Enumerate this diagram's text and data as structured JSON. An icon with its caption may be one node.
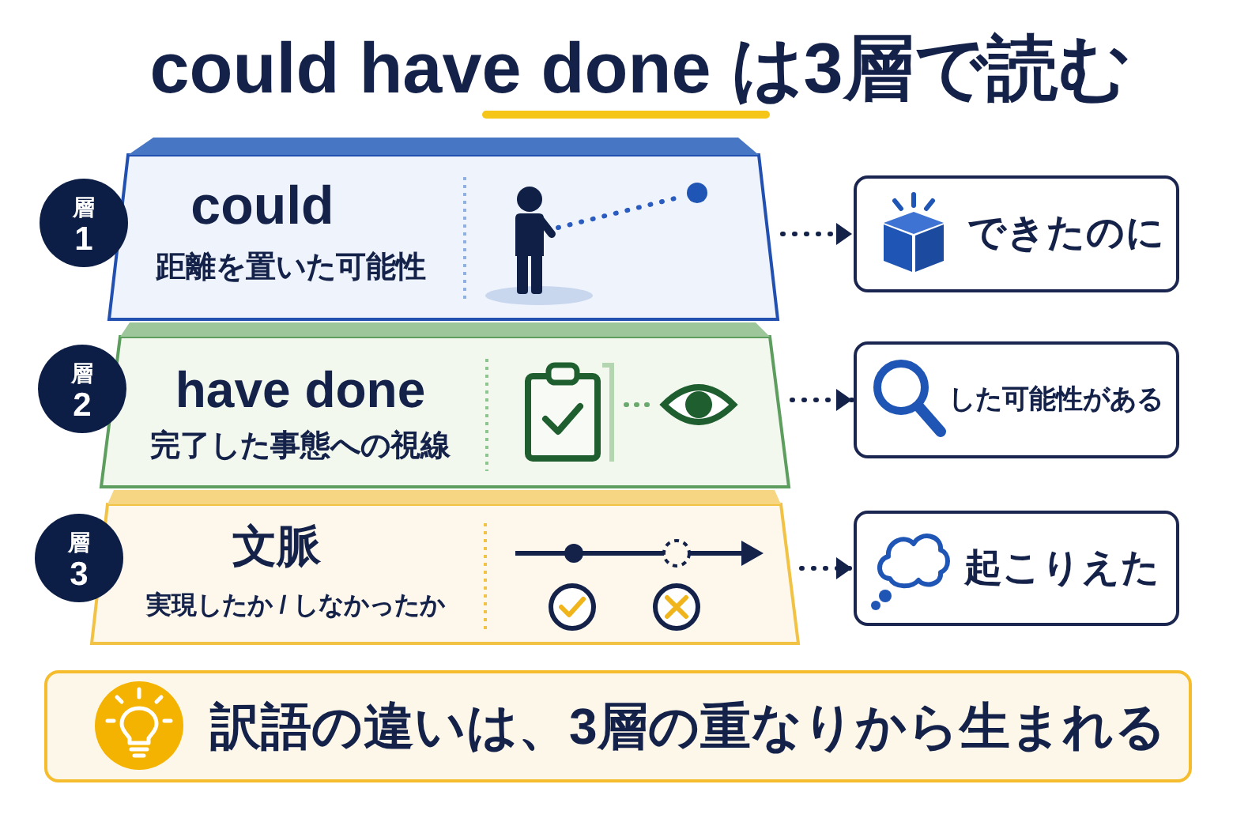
{
  "diagram": {
    "title": "could have done は3層で読む",
    "nodes": [
      {
        "text": [
          "層1"
        ]
      },
      {
        "text": [
          "could",
          "距離を置いた可能性"
        ]
      },
      {
        "text": [
          "できたのに"
        ]
      },
      {
        "text": [
          "層2"
        ]
      },
      {
        "text": [
          "have done",
          "完了した事態への視線"
        ]
      },
      {
        "text": [
          "した可能性がある"
        ]
      },
      {
        "text": [
          "層3"
        ]
      },
      {
        "text": [
          "文脈",
          "実現したか / しなかったか"
        ]
      },
      {
        "text": [
          "起こりえた"
        ]
      },
      {
        "text": [
          "訳語の違いは、3層の重なりから生まれる"
        ]
      }
    ],
    "edges": [
      {
        "from": 1,
        "to": 2,
        "arrow": "to",
        "style": "dashed"
      },
      {
        "from": 4,
        "to": 5,
        "arrow": "to",
        "style": "dashed"
      },
      {
        "from": 7,
        "to": 8,
        "arrow": "to",
        "style": "dashed"
      }
    ]
  }
}
